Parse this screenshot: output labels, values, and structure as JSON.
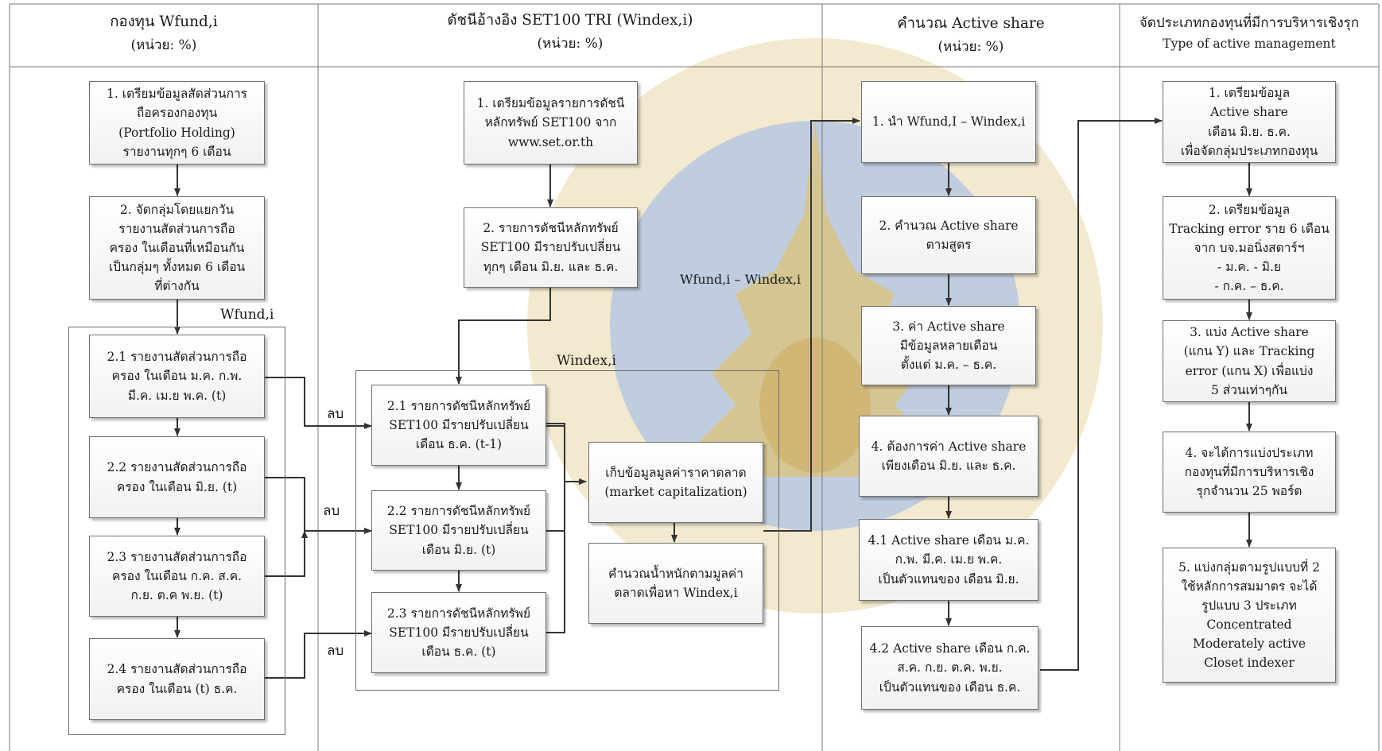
{
  "headers": {
    "col1": {
      "title": "กองทุน Wfund,i",
      "unit": "(หน่วย: %)"
    },
    "col2": {
      "title": "ดัชนีอ้างอิง SET100 TRI (Windex,i)",
      "unit": "(หน่วย: %)"
    },
    "col3": {
      "title": "คำนวณ Active share",
      "unit": "(หน่วย: %)"
    },
    "col4": {
      "title": "จัดประเภทกองทุนที่มีการบริหารเชิงรุก",
      "unit": "Type of active management"
    }
  },
  "col1": {
    "b1": [
      "1. เตรียมข้อมูลสัดส่วนการ",
      "ถือครองกองทุน",
      "(Portfolio Holding)",
      "รายงานทุกๆ 6 เดือน"
    ],
    "b2": [
      "2. จัดกลุ่มโดยแยกวัน",
      "รายงานสัดส่วนการถือ",
      "ครอง ในเดือนที่เหมือนกัน",
      "เป็นกลุ่มๆ ทั้งหมด 6 เดือน",
      "ที่ต่างกัน"
    ],
    "group_label": "Wfund,i",
    "b21": [
      "2.1 รายงานสัดส่วนการถือ",
      "ครอง ในเดือน ม.ค. ก.พ.",
      "มี.ค. เม.ย พ.ค. (t)"
    ],
    "b22": [
      "2.2 รายงานสัดส่วนการถือ",
      "ครอง ในเดือน  มิ.ย. (t)"
    ],
    "b23": [
      "2.3 รายงานสัดส่วนการถือ",
      "ครอง ในเดือน ก.ค. ส.ค.",
      "ก.ย.  ต.ค  พ.ย. (t)"
    ],
    "b24": [
      "2.4 รายงานสัดส่วนการถือ",
      "ครอง ในเดือน (t) ธ.ค."
    ]
  },
  "col2": {
    "b1": [
      "1. เตรียมข้อมูลรายการดัชนี",
      "หลักทรัพย์ SET100 จาก",
      "www.set.or.th"
    ],
    "b2": [
      "2. รายการดัชนีหลักทรัพย์",
      "SET100 มีรายปรับเปลี่ยน",
      "ทุกๆ เดือน มิ.ย. และ ธ.ค."
    ],
    "diff_label": "Wfund,i – Windex,i",
    "group_label": "Windex,i",
    "b21": [
      "2.1 รายการดัชนีหลักทรัพย์",
      "SET100 มีรายปรับเปลี่ยน",
      "เดือน ธ.ค.  (t-1)"
    ],
    "b22": [
      "2.2 รายการดัชนีหลักทรัพย์",
      "SET100 มีรายปรับเปลี่ยน",
      "เดือน มิ.ย.  (t)"
    ],
    "b23": [
      "2.3 รายการดัชนีหลักทรัพย์",
      "SET100 มีรายปรับเปลี่ยน",
      "เดือน ธ.ค.  (t)"
    ],
    "mc": [
      "เก็บข้อมูลมูลค่าราคาตลาด",
      "(market capitalization)"
    ],
    "wt": [
      "คำนวณน้ำหนักตามมูลค่า",
      "ตลาดเพื่อหา Windex,i"
    ],
    "minus_label": "ลบ"
  },
  "col3": {
    "b1": [
      "1. นำ Wfund,I – Windex,i"
    ],
    "b2": [
      "2. คำนวณ Active share",
      "ตามสูตร"
    ],
    "b3": [
      "3. ค่า Active share",
      "มีข้อมูลหลายเดือน",
      "ตั้งแต่ ม.ค. – ธ.ค."
    ],
    "b4": [
      "4. ต้องการค่า Active share",
      "เพียงเดือน มิ.ย. และ ธ.ค."
    ],
    "b41": [
      "4.1 Active share เดือน ม.ค.",
      "ก.พ. มี.ค. เม.ย  พ.ค.",
      "เป็นตัวแทนของ เดือน มิ.ย."
    ],
    "b42": [
      "4.2 Active share เดือน ก.ค.",
      "ส.ค. ก.ย. ต.ค.  พ.ย.",
      "เป็นตัวแทนของ เดือน ธ.ค."
    ]
  },
  "col4": {
    "b1": [
      "1. เตรียมข้อมูล",
      "Active share",
      "เดือน มิ.ย. ธ.ค.",
      "เพื่อจัดกลุ่มประเภทกองทุน"
    ],
    "b2": [
      "2. เตรียมข้อมูล",
      "Tracking error ราย 6 เดือน",
      "จาก บจ.มอนิ่งสตาร์ฯ",
      "- ม.ค. - มิ.ย",
      "- ก.ค. – ธ.ค."
    ],
    "b3": [
      "3. แบ่ง Active share",
      "(แกน Y) และ Tracking",
      "error (แกน X) เพื่อแบ่ง",
      "5 ส่วนเท่าๆกัน"
    ],
    "b4": [
      "4. จะได้การแบ่งประเภท",
      "กองทุนที่มีการบริหารเชิง",
      "รุกจำนวน 25 พอร์ต"
    ],
    "b5": [
      "5. แบ่งกลุ่มตามรูปแบบที่ 2",
      "ใช้หลักการสมมาตร จะได้",
      "รูปแบบ 3 ประเภท",
      "Concentrated",
      "Moderately active",
      "Closet indexer"
    ]
  }
}
